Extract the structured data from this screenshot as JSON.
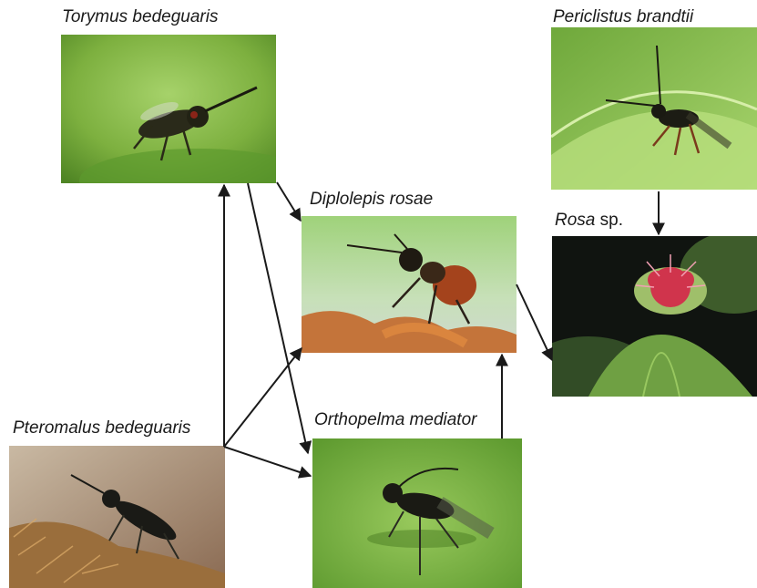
{
  "species": {
    "torymus": {
      "genus_species": "Torymus bedeguaris"
    },
    "periclistus": {
      "genus_species": "Periclistus brandtii"
    },
    "diplolepis": {
      "genus_species": "Diplolepis rosae"
    },
    "rosa": {
      "genus": "Rosa",
      "suffix": " sp."
    },
    "pteromalus": {
      "genus_species": "Pteromalus bedeguaris"
    },
    "orthopelma": {
      "genus_species": "Orthopelma mediator"
    }
  },
  "colors": {
    "leaf_green": "#7fb347",
    "arrow": "#1a1a1a"
  }
}
